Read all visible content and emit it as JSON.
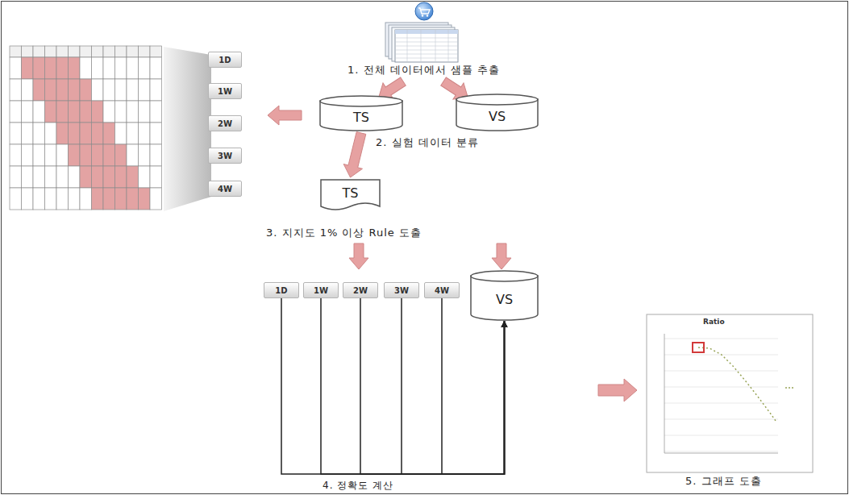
{
  "diagram": {
    "nodes": [
      {
        "text": [
          "TS"
        ]
      },
      {
        "text": [
          "VS"
        ]
      },
      {
        "text": [
          "1D"
        ]
      },
      {
        "text": [
          "1W"
        ]
      },
      {
        "text": [
          "2W"
        ]
      },
      {
        "text": [
          "3W"
        ]
      },
      {
        "text": [
          "4W"
        ]
      },
      {
        "text": [
          "TS"
        ]
      },
      {
        "text": [
          "1D"
        ]
      },
      {
        "text": [
          "1W"
        ]
      },
      {
        "text": [
          "2W"
        ]
      },
      {
        "text": [
          "3W"
        ]
      },
      {
        "text": [
          "4W"
        ]
      },
      {
        "text": [
          "VS"
        ]
      }
    ],
    "edges": [
      {
        "from": 0,
        "to": 7,
        "arrow": "to"
      },
      {
        "from": 8,
        "to": 13,
        "arrow": "to"
      },
      {
        "from": 9,
        "to": 13,
        "arrow": "to"
      },
      {
        "from": 10,
        "to": 13,
        "arrow": "to"
      },
      {
        "from": 11,
        "to": 13,
        "arrow": "to"
      },
      {
        "from": 12,
        "to": 13,
        "arrow": "to"
      }
    ],
    "labels": [
      "1. 전체 데이터에서 샘플 추출",
      "2. 실험 데이터 분류",
      "3. 지지도 1% 이상 Rule 도출",
      "4. 정확도 계산",
      "5. 그래프 도출",
      "Ratio"
    ]
  }
}
